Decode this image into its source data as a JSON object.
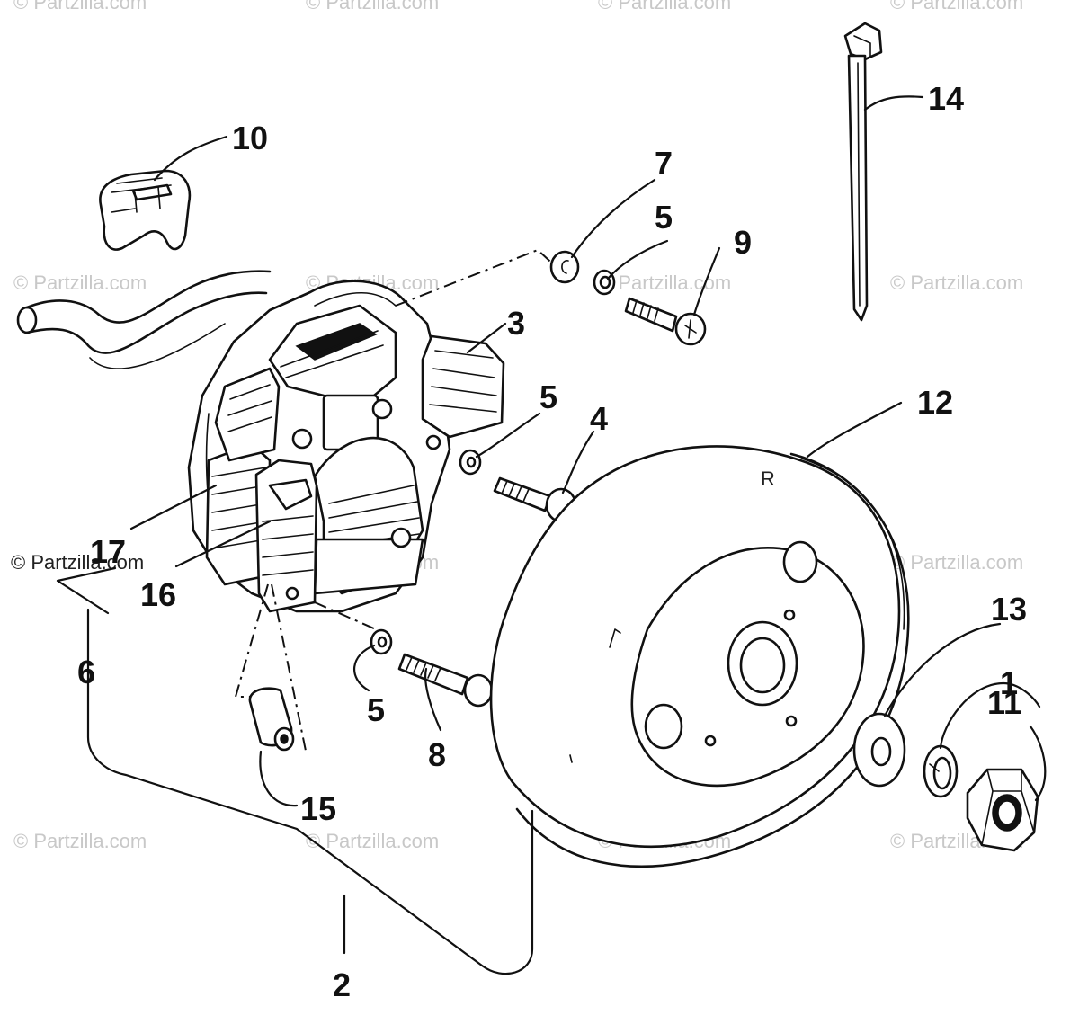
{
  "watermark": "© Partzilla.com",
  "callouts": {
    "c1": "1",
    "c2": "2",
    "c3": "3",
    "c4": "4",
    "c5a": "5",
    "c5b": "5",
    "c5c": "5",
    "c6": "6",
    "c7": "7",
    "c8": "8",
    "c9": "9",
    "c10": "10",
    "c11": "11",
    "c12": "12",
    "c13": "13",
    "c14": "14",
    "c15": "15",
    "c16": "16",
    "c17": "17"
  },
  "flywheel_mark": "R"
}
